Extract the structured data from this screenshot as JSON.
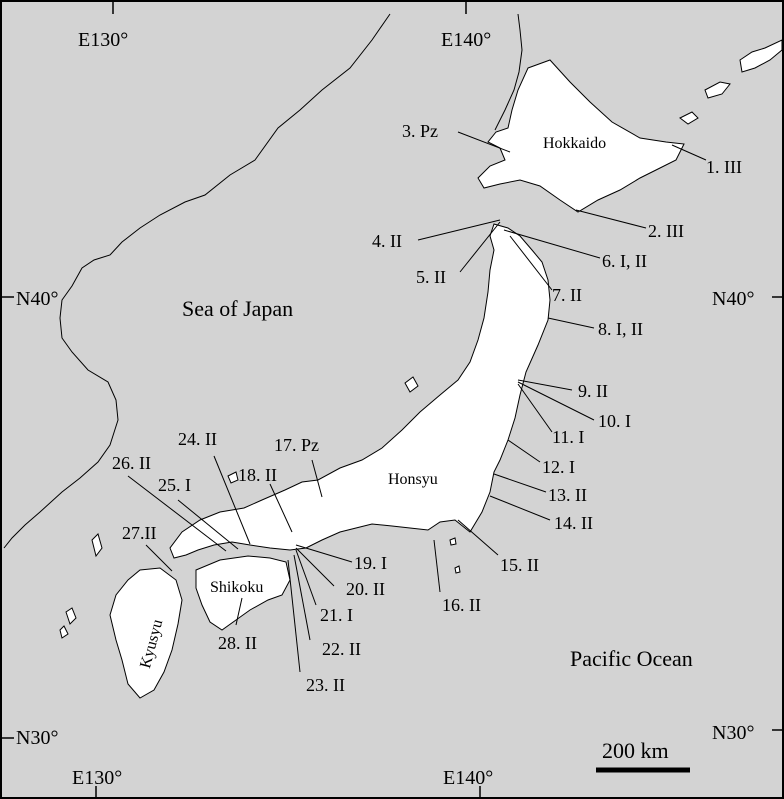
{
  "colors": {
    "sea": "#d3d3d3",
    "land_neighbor": "#d3d3d3",
    "land_japan": "#ffffff",
    "ink": "#000000"
  },
  "coordinates": {
    "top_e130": "E130°",
    "top_e140": "E140°",
    "bottom_e130": "E130°",
    "bottom_e140": "E140°",
    "left_n40": "N40°",
    "left_n30": "N30°",
    "right_n40": "N40°",
    "right_n30": "N30°"
  },
  "regions": {
    "hokkaido": "Hokkaido",
    "honsyu": "Honsyu",
    "shikoku": "Shikoku",
    "kyusyu": "Kyusyu",
    "sea_of_japan": "Sea of Japan",
    "pacific_ocean": "Pacific Ocean"
  },
  "sites": [
    "1. III",
    "2. III",
    "3. Pz",
    "4. II",
    "5. II",
    "6. I, II",
    "7. II",
    "8. I, II",
    "9. II",
    "10. I",
    "11. I",
    "12. I",
    "13. II",
    "14. II",
    "15. II",
    "16. II",
    "17. Pz",
    "18. II",
    "19. I",
    "20. II",
    "21. I",
    "22. II",
    "23. II",
    "24. II",
    "25. I",
    "26. II",
    "27.II",
    "28. II"
  ],
  "scale_bar": {
    "label": "200 km"
  }
}
